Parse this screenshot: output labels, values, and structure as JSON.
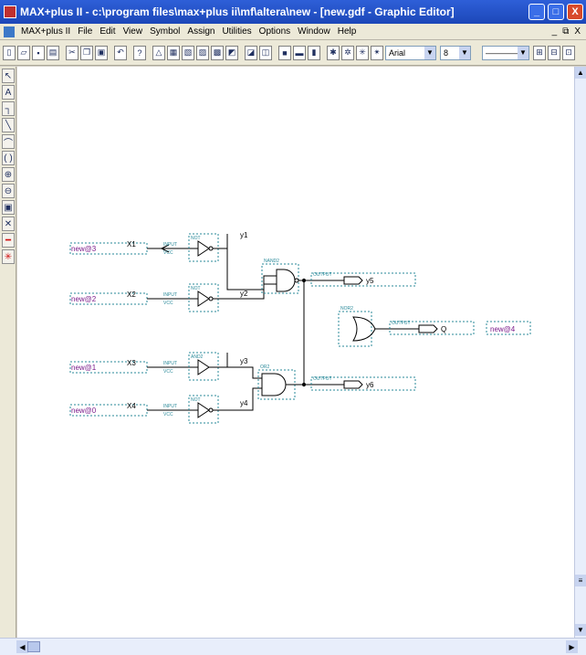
{
  "window": {
    "title": "MAX+plus II - c:\\program files\\max+plus ii\\mf\\altera\\new - [new.gdf - Graphic Editor]",
    "minimize": "_",
    "maximize": "□",
    "close": "X"
  },
  "menu": {
    "items": [
      "MAX+plus II",
      "File",
      "Edit",
      "View",
      "Symbol",
      "Assign",
      "Utilities",
      "Options",
      "Window",
      "Help"
    ],
    "mdi_min": "_",
    "mdi_restore": "⧉",
    "mdi_close": "X"
  },
  "toolbar": {
    "font_name": "Arial",
    "font_size": "8",
    "line_style": "————"
  },
  "schematic": {
    "inputs": [
      {
        "pin": "new@3",
        "net": "X1"
      },
      {
        "pin": "new@2",
        "net": "X2"
      },
      {
        "pin": "new@1",
        "net": "X3"
      },
      {
        "pin": "new@0",
        "net": "X4"
      }
    ],
    "inverter_labels": [
      "NOT",
      "NOT",
      "AND2",
      "NOT"
    ],
    "pin_label_input": "INPUT",
    "vcc": "VCC",
    "wire_labels": [
      "y1",
      "y2",
      "y3",
      "y4"
    ],
    "gate_labels": [
      "NAND2",
      "OR2",
      "NOR2"
    ],
    "output_label": "OUTPUT",
    "outputs": [
      "y5",
      "y6",
      "Q"
    ],
    "output_pin": "new@4"
  }
}
